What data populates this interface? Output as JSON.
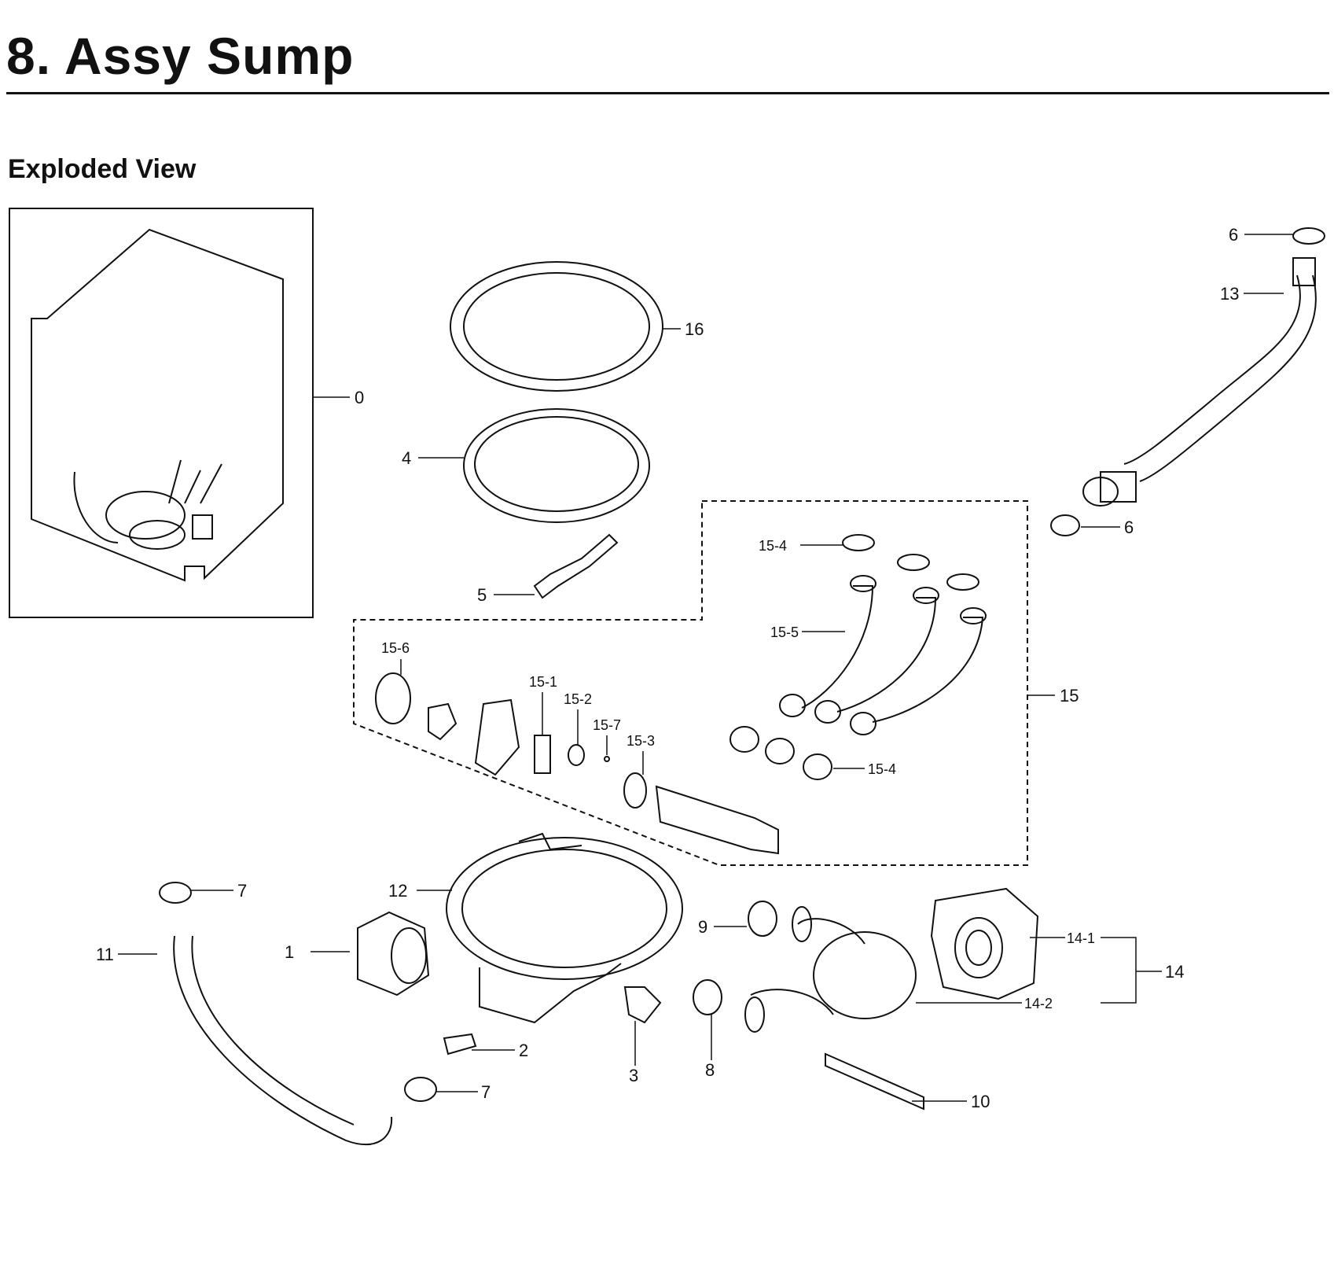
{
  "header": {
    "title": "8.  Assy Sump",
    "section": "Exploded View"
  },
  "callouts": {
    "c0": "0",
    "c1": "1",
    "c2": "2",
    "c3": "3",
    "c4": "4",
    "c5": "5",
    "c6a": "6",
    "c6b": "6",
    "c7a": "7",
    "c7b": "7",
    "c8": "8",
    "c9": "9",
    "c10": "10",
    "c11": "11",
    "c12": "12",
    "c13": "13",
    "c14": "14",
    "c14_1": "14-1",
    "c14_2": "14-2",
    "c15": "15",
    "c15_1": "15-1",
    "c15_2": "15-2",
    "c15_3": "15-3",
    "c15_4a": "15-4",
    "c15_4b": "15-4",
    "c15_5": "15-5",
    "c15_6": "15-6",
    "c15_7": "15-7",
    "c16": "16"
  },
  "colors": {
    "ink": "#111111",
    "paper": "#ffffff"
  }
}
